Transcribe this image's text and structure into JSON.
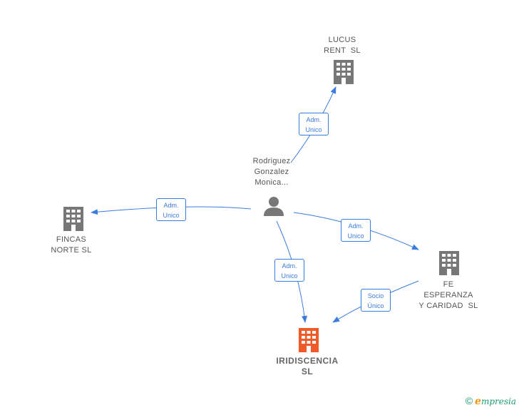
{
  "nodes": {
    "person": {
      "lines": [
        "Rodriguez",
        "Gonzalez",
        "Monica..."
      ]
    },
    "lucus": {
      "lines": [
        "LUCUS",
        "RENT  SL"
      ]
    },
    "fincas": {
      "lines": [
        "FINCAS",
        "NORTE SL"
      ]
    },
    "fe": {
      "lines": [
        "FE",
        "ESPERANZA",
        "Y CARIDAD  SL"
      ]
    },
    "iridiscencia": {
      "lines": [
        "IRIDISCENCIA",
        "SL"
      ]
    }
  },
  "edges": {
    "to_lucus": {
      "lines": [
        "Adm.",
        "Unico"
      ]
    },
    "to_fincas": {
      "lines": [
        "Adm.",
        "Unico"
      ]
    },
    "to_fe": {
      "lines": [
        "Adm.",
        "Unico"
      ]
    },
    "to_iridiscencia": {
      "lines": [
        "Adm.",
        "Unico"
      ]
    },
    "fe_to_iridiscencia": {
      "lines": [
        "Socio",
        "Único"
      ]
    }
  },
  "colors": {
    "edge": "#3b7ddd",
    "company_icon": "#777777",
    "main_company_icon": "#f05a28",
    "person_icon": "#777777",
    "brand": "#1a9c74",
    "brand_accent": "#f39200"
  },
  "icons": {
    "person": "person-icon",
    "company": "building-icon"
  },
  "brand": {
    "copyright": "©",
    "first_letter": "e",
    "name_rest": "mpresia"
  }
}
